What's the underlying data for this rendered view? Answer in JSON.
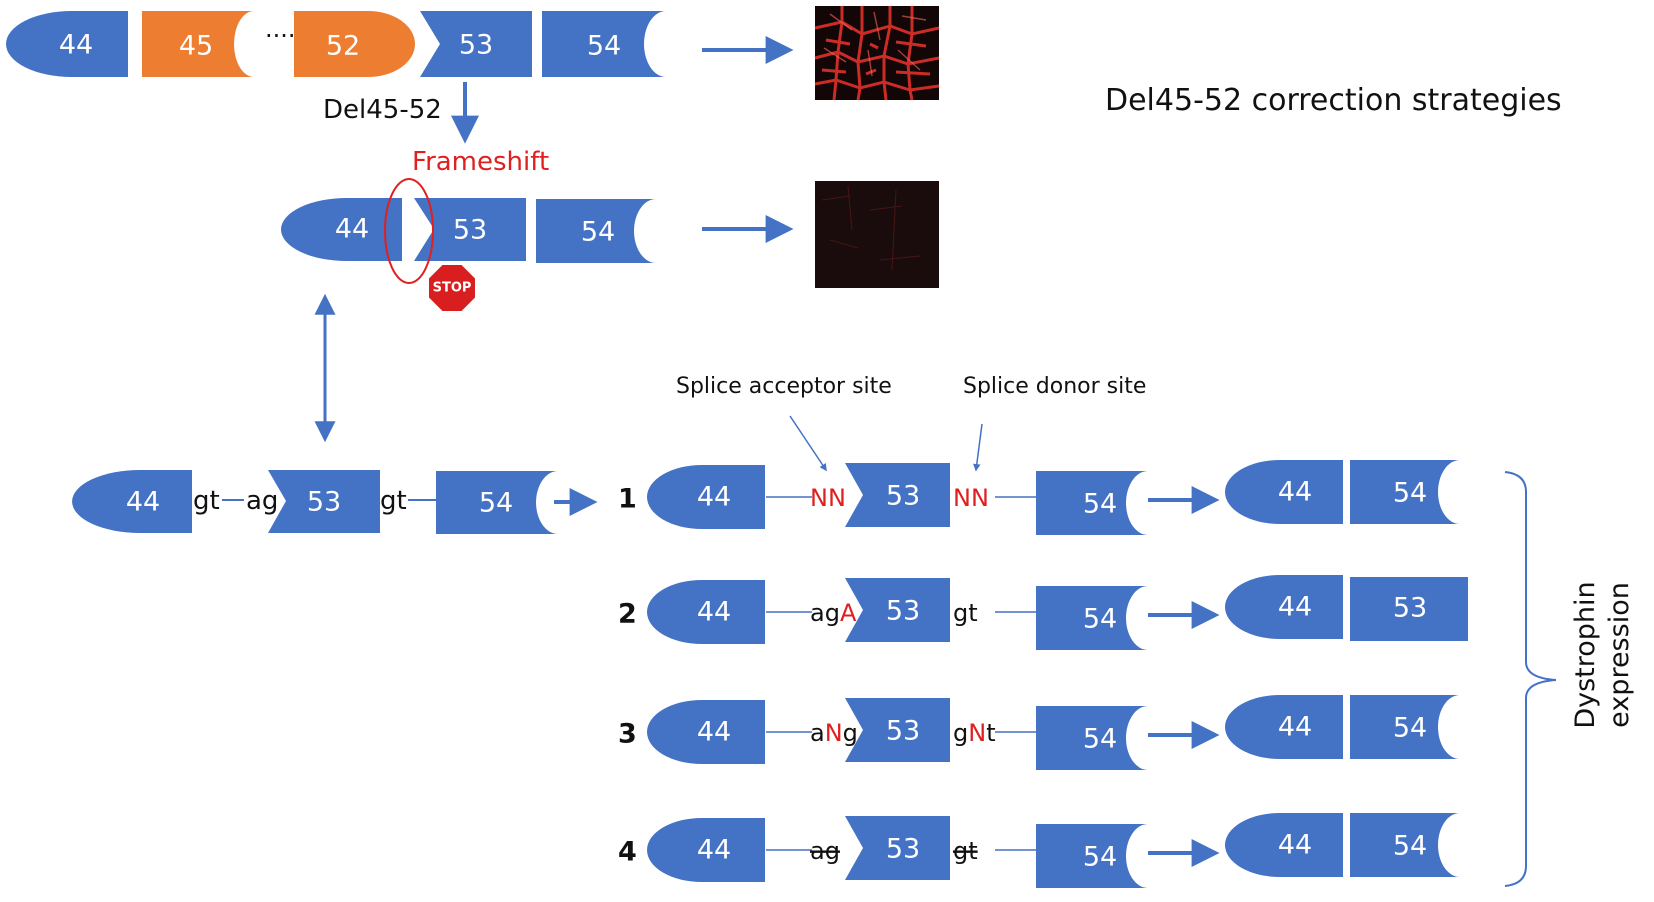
{
  "title": "Del45-52 correction strategies",
  "colors": {
    "exon_blue": "#4472C4",
    "exon_orange": "#ED7D31",
    "arrow_blue": "#4472C4",
    "mutation_red": "#E02020",
    "stop_red": "#D81E1E"
  },
  "wildtype": {
    "exons": [
      "44",
      "45",
      "52",
      "53",
      "54"
    ],
    "ellipsis": "·····"
  },
  "deletion": {
    "label": "Del45-52",
    "frameshift_label": "Frameshift",
    "stop_label": "STOP",
    "exons": [
      "44",
      "53",
      "54"
    ]
  },
  "gene_model": {
    "exons": [
      "44",
      "53",
      "54"
    ],
    "sites": [
      "gt",
      "ag",
      "gt"
    ]
  },
  "annotations": {
    "acceptor": "Splice acceptor site",
    "donor": "Splice donor site"
  },
  "strategies": [
    {
      "number": "1",
      "acceptor": [
        {
          "t": "NN",
          "red": true
        }
      ],
      "donor": [
        {
          "t": "NN",
          "red": true
        }
      ],
      "result": [
        "44",
        "54"
      ]
    },
    {
      "number": "2",
      "acceptor": [
        {
          "t": "ag",
          "red": false
        },
        {
          "t": "A",
          "red": true
        }
      ],
      "donor": [
        {
          "t": "gt",
          "red": false
        }
      ],
      "result": [
        "44",
        "53"
      ]
    },
    {
      "number": "3",
      "acceptor": [
        {
          "t": "a",
          "red": false
        },
        {
          "t": "N",
          "red": true
        },
        {
          "t": "g",
          "red": false
        }
      ],
      "donor": [
        {
          "t": "g",
          "red": false
        },
        {
          "t": "N",
          "red": true
        },
        {
          "t": "t",
          "red": false
        }
      ],
      "result": [
        "44",
        "54"
      ]
    },
    {
      "number": "4",
      "acceptor": [
        {
          "t": "ag",
          "red": false,
          "strike": true
        }
      ],
      "donor": [
        {
          "t": "gt",
          "red": false,
          "strike": true
        }
      ],
      "result": [
        "44",
        "54"
      ]
    }
  ],
  "outcome_label_line1": "Dystrophin",
  "outcome_label_line2": "expression"
}
